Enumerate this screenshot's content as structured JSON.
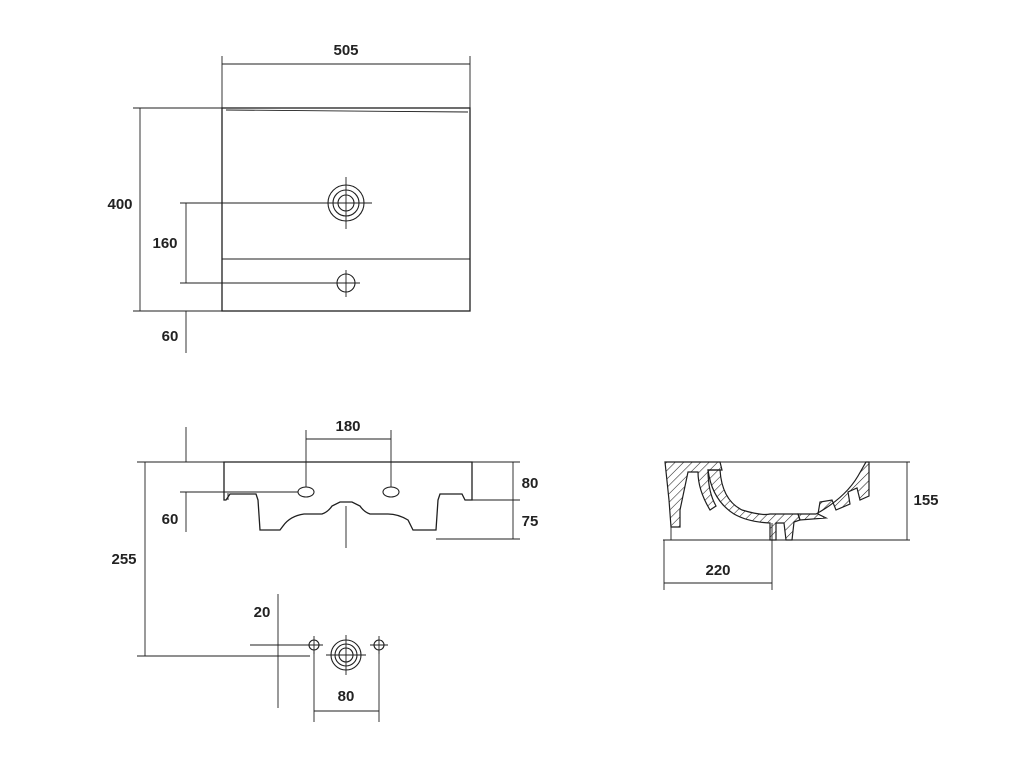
{
  "dimensions": {
    "top_width": "505",
    "top_depth": "400",
    "tap_hole_offset": "160",
    "overflow_offset": "60",
    "tap_spacing": "180",
    "rear_height": "80",
    "mount_depth": "60",
    "trap_drop": "75",
    "waste_height": "255",
    "fixing_offset": "20",
    "fixing_spacing": "80",
    "section_depth": "155",
    "section_waste_offset": "220"
  }
}
